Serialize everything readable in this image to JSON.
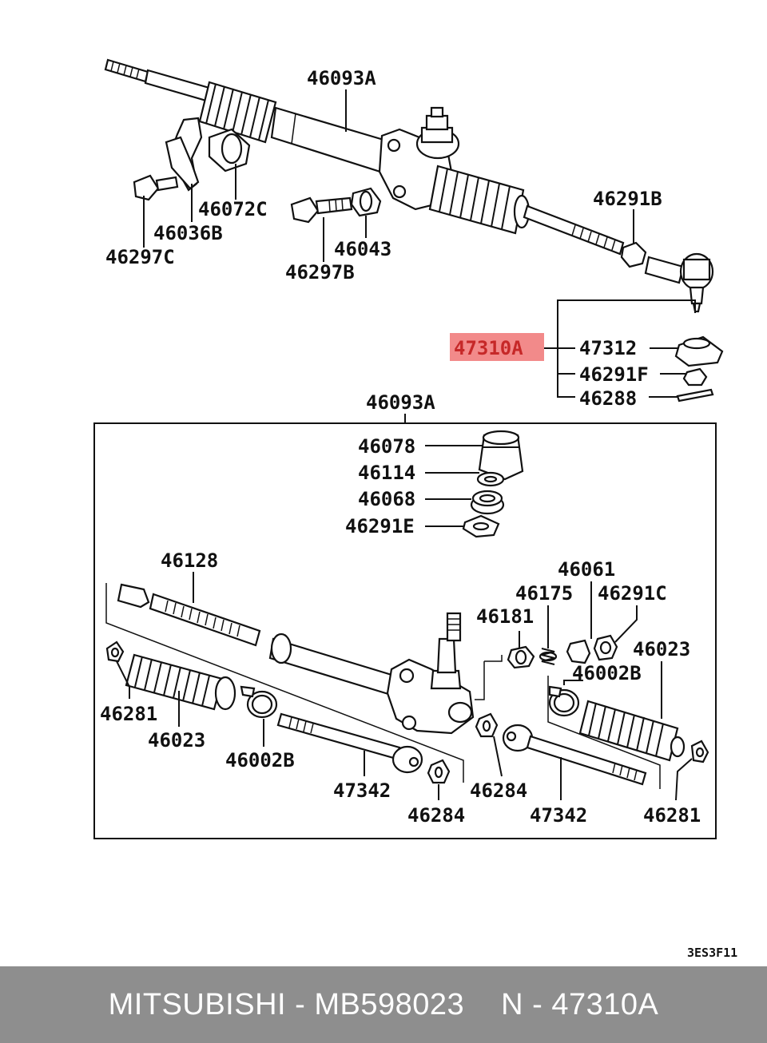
{
  "labels": {
    "l46093A_top": "46093A",
    "l46072C": "46072C",
    "l46036B": "46036B",
    "l46297C": "46297C",
    "l46043": "46043",
    "l46297B": "46297B",
    "l46291B": "46291B",
    "l47310A": "47310A",
    "l47312": "47312",
    "l46291F": "46291F",
    "l46288": "46288",
    "l46093A_box": "46093A",
    "l46078": "46078",
    "l46114": "46114",
    "l46068": "46068",
    "l46291E": "46291E",
    "l46128": "46128",
    "l46061": "46061",
    "l46175": "46175",
    "l46291C": "46291C",
    "l46181": "46181",
    "l46023_r": "46023",
    "l46002B_r": "46002B",
    "l46281_l": "46281",
    "l46023_l": "46023",
    "l46002B_l": "46002B",
    "l47342_l": "47342",
    "l46284_m": "46284",
    "l46284_l": "46284",
    "l47342_r": "47342",
    "l46281_r": "46281"
  },
  "highlight_color": "#f28a8a",
  "diagram_code": "3ES3F11",
  "footer": {
    "brand_part": "MITSUBISHI - MB598023",
    "ref": "N - 47310A"
  }
}
